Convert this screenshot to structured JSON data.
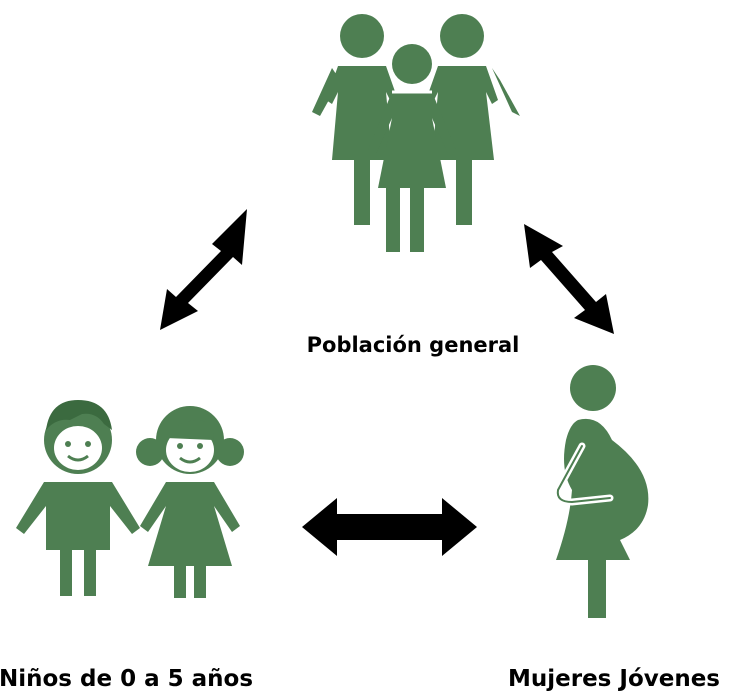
{
  "nodes": {
    "population": {
      "label": "Población general",
      "icon": "group-of-people-icon"
    },
    "children": {
      "label": "Niños de 0 a 5 años",
      "icon": "boy-and-girl-icon"
    },
    "women": {
      "label": "Mujeres Jóvenes",
      "icon": "pregnant-woman-icon"
    }
  },
  "edges": [
    {
      "from": "population",
      "to": "children",
      "type": "double-headed-arrow"
    },
    {
      "from": "population",
      "to": "women",
      "type": "double-headed-arrow"
    },
    {
      "from": "children",
      "to": "women",
      "type": "double-headed-arrow"
    }
  ],
  "colors": {
    "icon_green": "#4e7f52",
    "arrow": "#000000",
    "label": "#000000",
    "background": "#ffffff"
  }
}
